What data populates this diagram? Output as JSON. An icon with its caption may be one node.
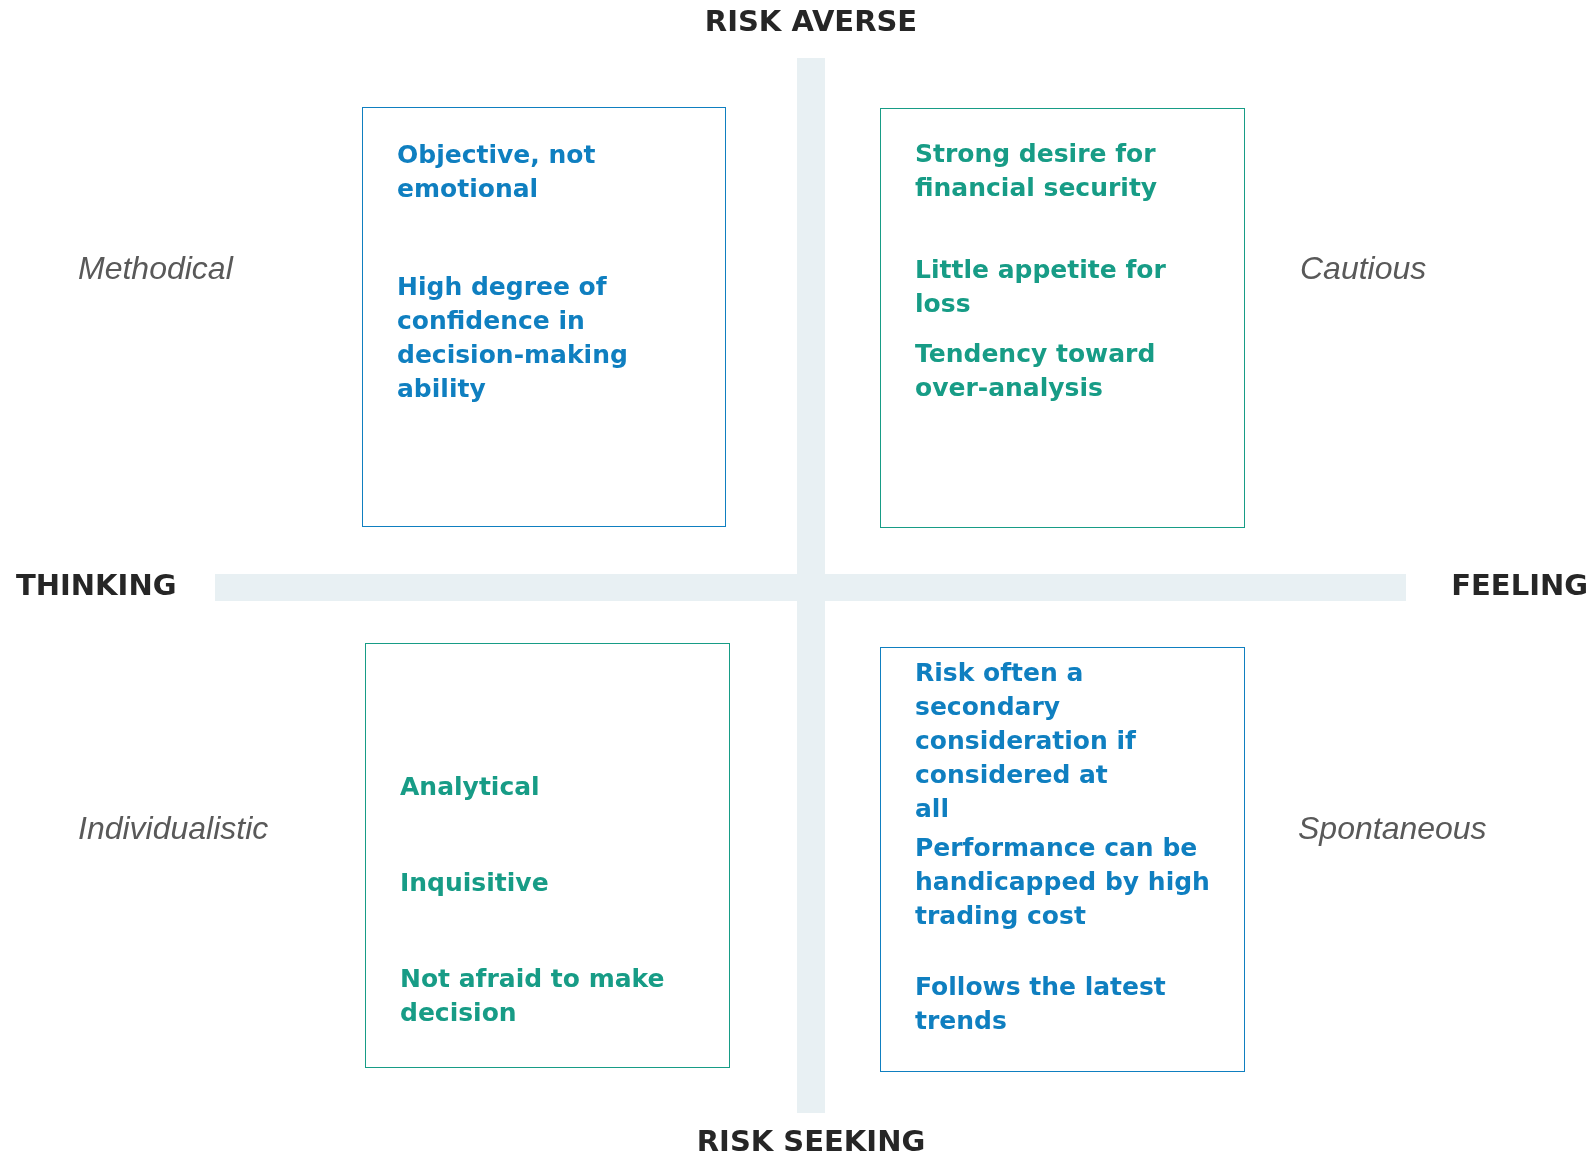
{
  "diagram": {
    "nodes": [
      {
        "text": [
          "Objective, not emotional",
          "High degree of confidence in decision-making ability"
        ]
      },
      {
        "text": [
          "Strong desire for financial security",
          "Little appetite for loss",
          "Tendency toward over-analysis"
        ]
      },
      {
        "text": [
          "Analytical",
          "Inquisitive",
          "Not afraid to make decision"
        ]
      },
      {
        "text": [
          "Risk often a secondary consideration if considered at all",
          "Performance can be handicapped by high trading cost",
          "Follows the latest trends"
        ]
      }
    ],
    "edges": [],
    "labels": [
      "RISK AVERSE",
      "Methodical",
      "Cautious",
      "THINKING",
      "FEELING",
      "Individualistic",
      "Spontaneous",
      "RISK SEEKING"
    ]
  }
}
